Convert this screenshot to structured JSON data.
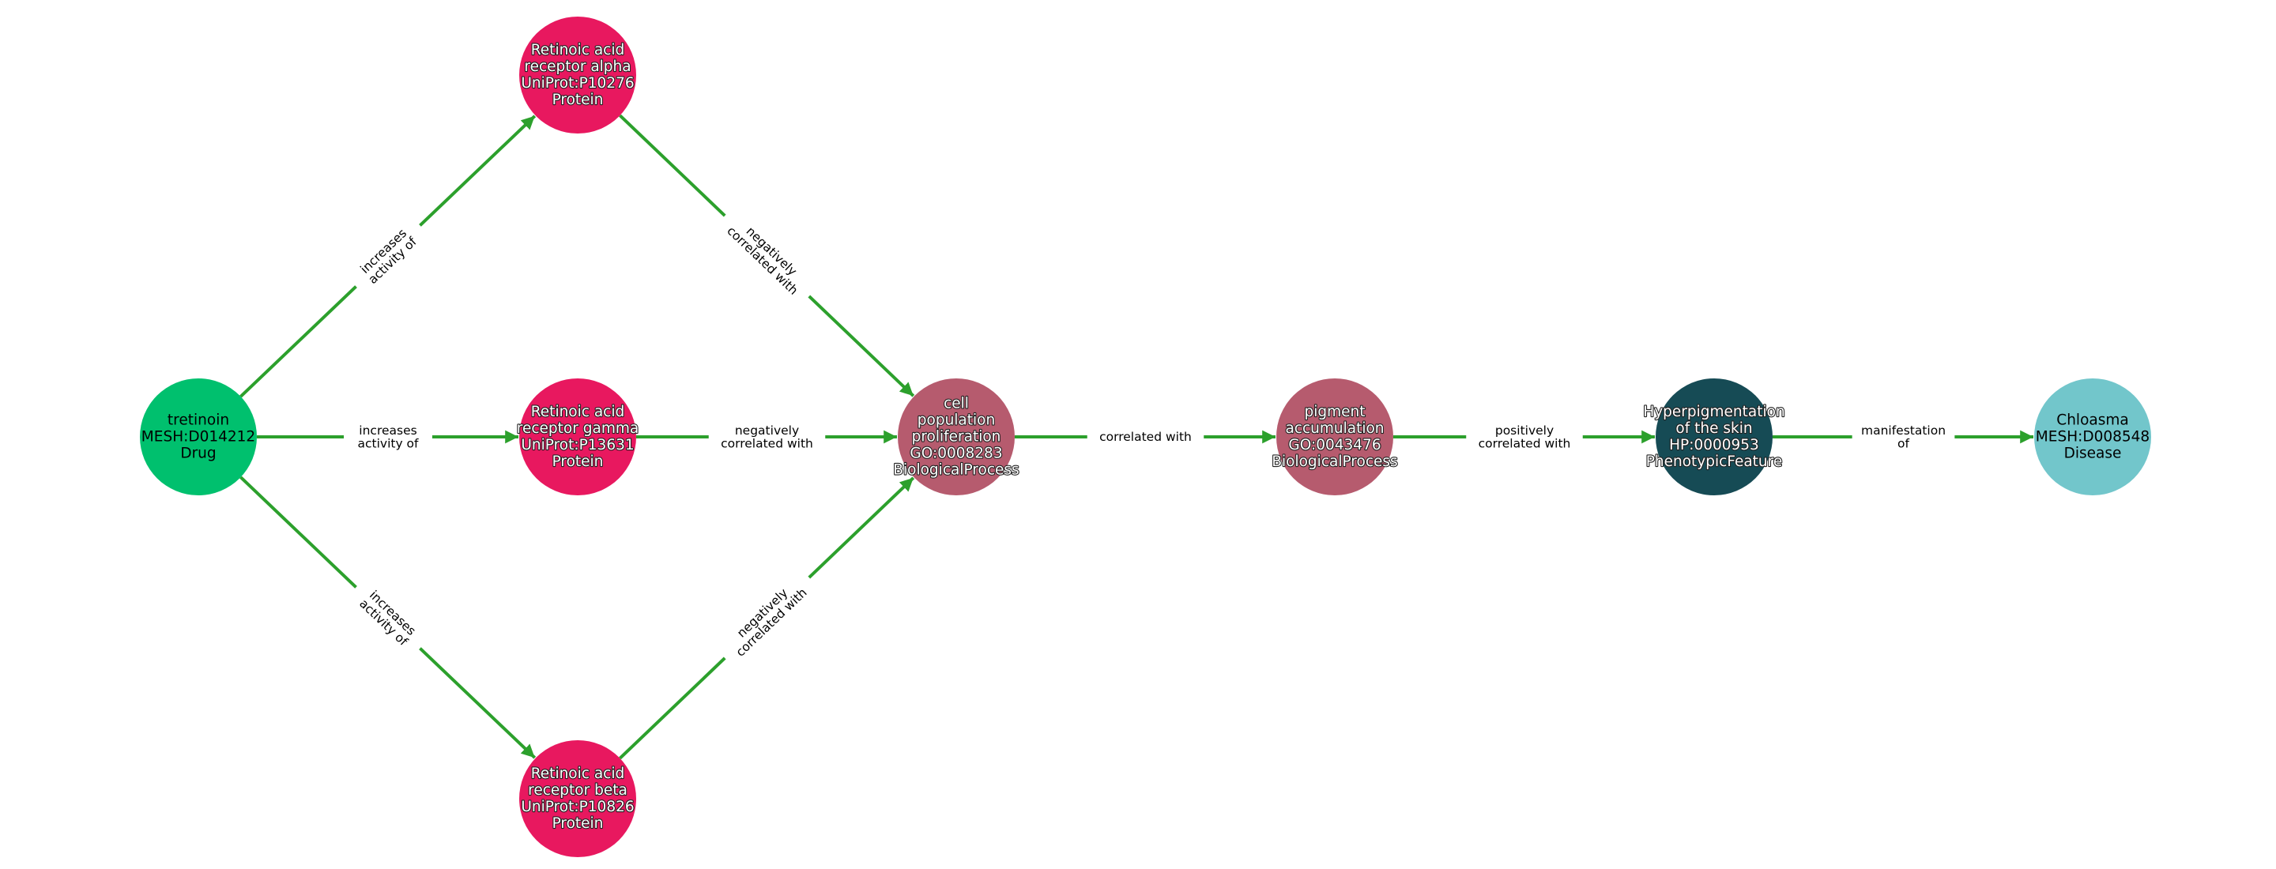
{
  "colors": {
    "edge": "#2ca02c",
    "drug": "#00c06e",
    "protein": "#e8185f",
    "biological_process": "#b65b6e",
    "phenotypic_feature": "#164b55",
    "disease": "#72c6cb"
  },
  "nodes": [
    {
      "id": "tretinoin",
      "color": "drug",
      "text": "dark",
      "lines": [
        "tretinoin",
        "MESH:D014212",
        "Drug"
      ]
    },
    {
      "id": "rar-alpha",
      "color": "protein",
      "text": "light",
      "lines": [
        "Retinoic acid",
        "receptor alpha",
        "UniProt:P10276",
        "Protein"
      ]
    },
    {
      "id": "rar-gamma",
      "color": "protein",
      "text": "light",
      "lines": [
        "Retinoic acid",
        "receptor gamma",
        "UniProt:P13631",
        "Protein"
      ]
    },
    {
      "id": "rar-beta",
      "color": "protein",
      "text": "light",
      "lines": [
        "Retinoic acid",
        "receptor beta",
        "UniProt:P10826",
        "Protein"
      ]
    },
    {
      "id": "cell-population-proliferation",
      "color": "biological_process",
      "text": "light",
      "lines": [
        "cell",
        "population",
        "proliferation",
        "GO:0008283",
        "BiologicalProcess"
      ]
    },
    {
      "id": "pigment-accumulation",
      "color": "biological_process",
      "text": "light",
      "lines": [
        "pigment",
        "accumulation",
        "GO:0043476",
        "BiologicalProcess"
      ]
    },
    {
      "id": "hyperpigmentation",
      "color": "phenotypic_feature",
      "text": "light",
      "lines": [
        "Hyperpigmentation",
        "of the skin",
        "HP:0000953",
        "PhenotypicFeature"
      ]
    },
    {
      "id": "chloasma",
      "color": "disease",
      "text": "dark",
      "lines": [
        "Chloasma",
        "MESH:D008548",
        "Disease"
      ]
    }
  ],
  "edges": [
    {
      "source": "tretinoin",
      "target": "rar-alpha",
      "lines": [
        "increases",
        "activity of"
      ]
    },
    {
      "source": "tretinoin",
      "target": "rar-gamma",
      "lines": [
        "increases",
        "activity of"
      ]
    },
    {
      "source": "tretinoin",
      "target": "rar-beta",
      "lines": [
        "increases",
        "activity of"
      ]
    },
    {
      "source": "rar-alpha",
      "target": "cell-population-proliferation",
      "lines": [
        "negatively",
        "correlated with"
      ]
    },
    {
      "source": "rar-gamma",
      "target": "cell-population-proliferation",
      "lines": [
        "negatively",
        "correlated with"
      ]
    },
    {
      "source": "rar-beta",
      "target": "cell-population-proliferation",
      "lines": [
        "negatively",
        "correlated with"
      ]
    },
    {
      "source": "cell-population-proliferation",
      "target": "pigment-accumulation",
      "lines": [
        "correlated with"
      ]
    },
    {
      "source": "pigment-accumulation",
      "target": "hyperpigmentation",
      "lines": [
        "positively",
        "correlated with"
      ]
    },
    {
      "source": "hyperpigmentation",
      "target": "chloasma",
      "lines": [
        "manifestation",
        "of"
      ]
    }
  ]
}
